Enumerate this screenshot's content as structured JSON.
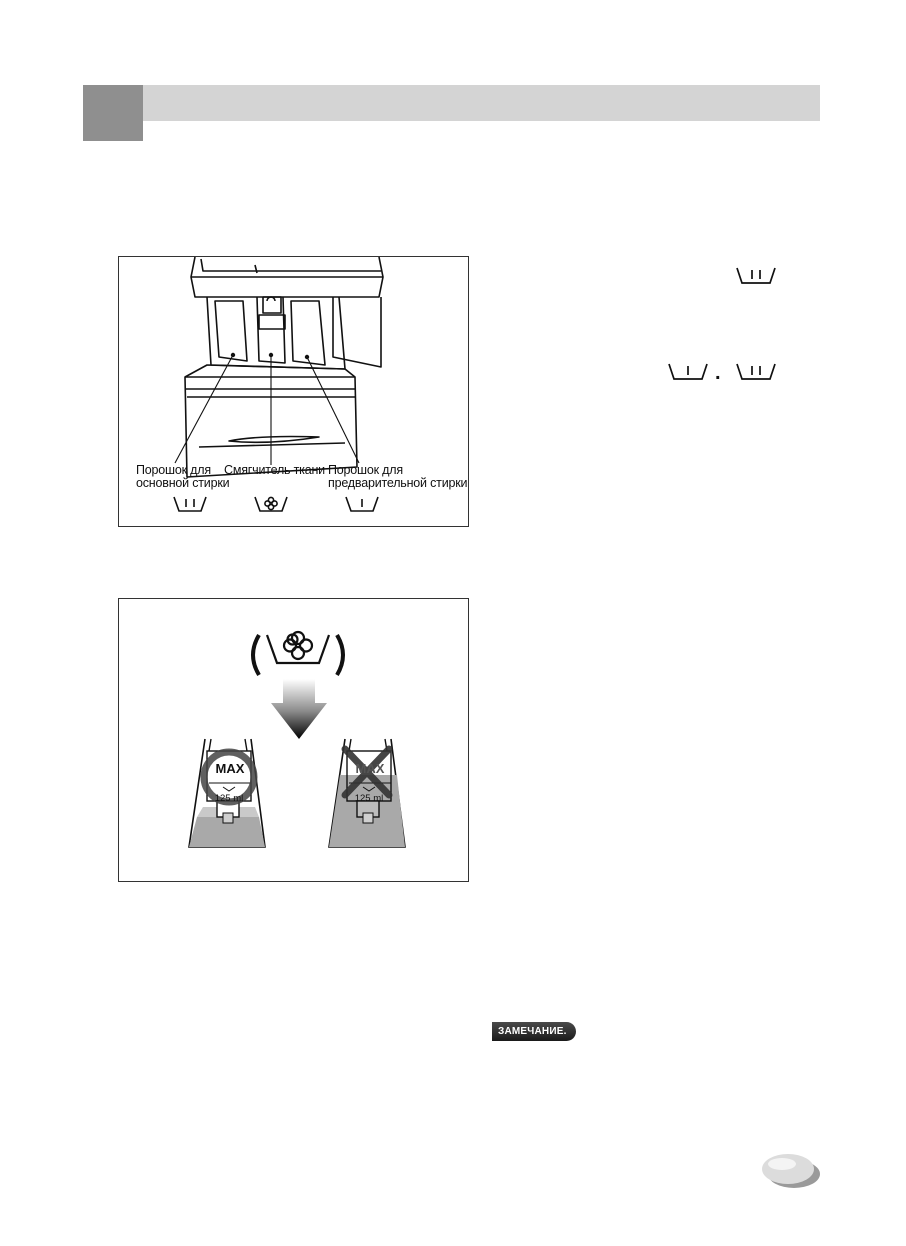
{
  "figure1": {
    "labels": {
      "main_wash": [
        "Порошок для",
        "основной стирки"
      ],
      "softener": "Смягчитель ткани",
      "prewash": [
        "Порошок для",
        "предварительной стирки"
      ]
    },
    "icons": [
      "main-wash-icon",
      "softener-icon",
      "prewash-icon"
    ]
  },
  "figure2": {
    "max_label": "MAX",
    "volume_label": "125  ml",
    "icons": [
      "softener-icon",
      "down-arrow-icon",
      "circle-ok-icon",
      "cross-no-icon"
    ]
  },
  "side_symbols": {
    "separator": "."
  },
  "note": {
    "badge_label": "ЗАМЕЧАНИЕ."
  },
  "colors": {
    "header_bar": "#d4d4d4",
    "header_square": "#8f8f8f",
    "note_badge": "#2a2a2a"
  }
}
